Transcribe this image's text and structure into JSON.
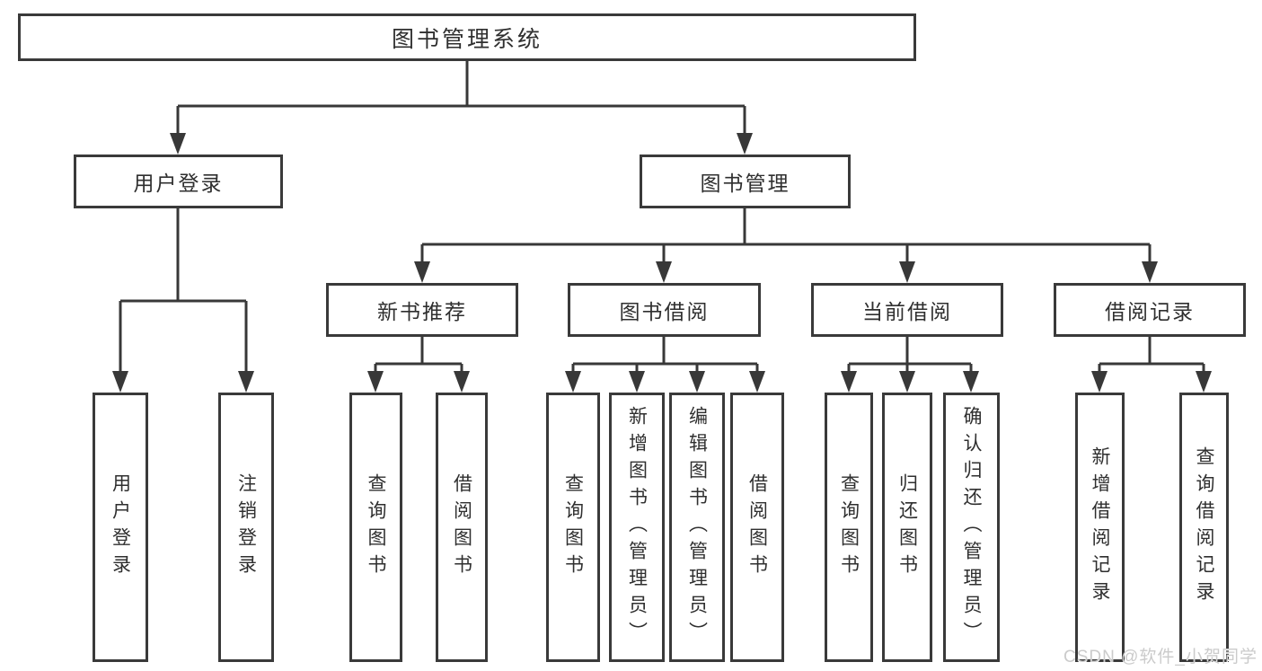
{
  "diagram_type": "hierarchy",
  "watermark": {
    "text": "CSDN @软件_小贺同学"
  },
  "colors": {
    "line": "#383838",
    "border": "#3a3a3a",
    "text": "#2f2f2f",
    "background": "#ffffff",
    "watermark": "#cbcbcb"
  },
  "tree": {
    "label": "图书管理系统",
    "children": [
      {
        "label": "用户登录",
        "children": [
          {
            "label": "用户登录"
          },
          {
            "label": "注销登录"
          }
        ]
      },
      {
        "label": "图书管理",
        "children": [
          {
            "label": "新书推荐",
            "children": [
              {
                "label": "查询图书"
              },
              {
                "label": "借阅图书"
              }
            ]
          },
          {
            "label": "图书借阅",
            "children": [
              {
                "label": "查询图书"
              },
              {
                "label": "新增图书（管理员）"
              },
              {
                "label": "编辑图书（管理员）"
              },
              {
                "label": "借阅图书"
              }
            ]
          },
          {
            "label": "当前借阅",
            "children": [
              {
                "label": "查询图书"
              },
              {
                "label": "归还图书"
              },
              {
                "label": "确认归还（管理员）"
              }
            ]
          },
          {
            "label": "借阅记录",
            "children": [
              {
                "label": "新增借阅记录"
              },
              {
                "label": "查询借阅记录"
              }
            ]
          }
        ]
      }
    ]
  }
}
